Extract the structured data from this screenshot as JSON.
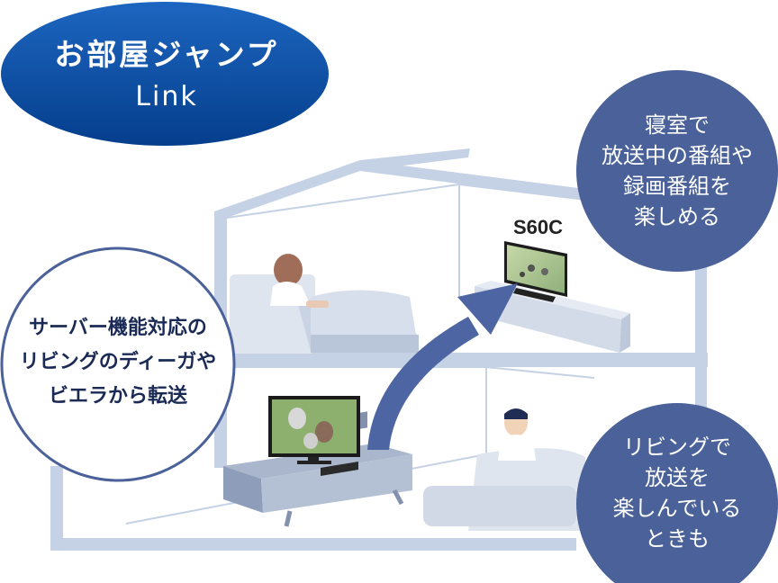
{
  "brand": {
    "title": "お部屋ジャンプ",
    "subtitle": "Link"
  },
  "model_label": "S60C",
  "bubble_bedroom": {
    "lines": [
      "寝室で",
      "放送中の番組や",
      "録画番組を",
      "楽しめる"
    ]
  },
  "bubble_living": {
    "lines": [
      "リビングで",
      "放送を",
      "楽しんでいる",
      "ときも"
    ]
  },
  "bubble_source": {
    "lines": [
      "サーバー機能対応の",
      "リビングのディーガや",
      "ビエラから転送"
    ]
  },
  "colors": {
    "brand_blue": "#0a4aa0",
    "bubble_navy": "#4a6199",
    "house_outline": "#b8c6dc",
    "arrow": "#4d65a2"
  }
}
